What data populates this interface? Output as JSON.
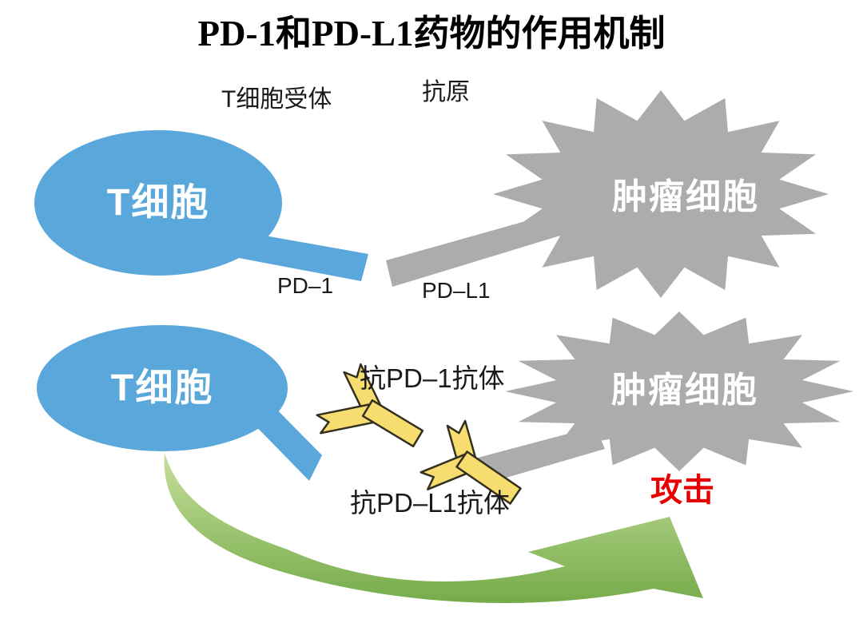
{
  "title": "PD-1和PD-L1药物的作用机制",
  "colors": {
    "t_cell_blue": "#5aa7db",
    "tumor_gray": "#acacac",
    "antibody_yellow": "#f7dd6f",
    "antibody_outline": "#33301f",
    "attack_red": "#e80000",
    "arrow_green_light": "#c9e19f",
    "arrow_green_dark": "#69a33d",
    "cell_label_white": "#ffffff",
    "text_black": "#1a1a1a"
  },
  "top": {
    "t_cell": "T细胞",
    "receptor": "T细胞受体",
    "antigen": "抗原",
    "pd1": "PD–1",
    "pdl1": "PD–L1",
    "tumor": "肿瘤细胞"
  },
  "bottom": {
    "t_cell": "T细胞",
    "tumor": "肿瘤细胞",
    "anti_pd1": "抗PD–1抗体",
    "anti_pdl1": "抗PD–L1抗体",
    "attack": "攻击"
  }
}
